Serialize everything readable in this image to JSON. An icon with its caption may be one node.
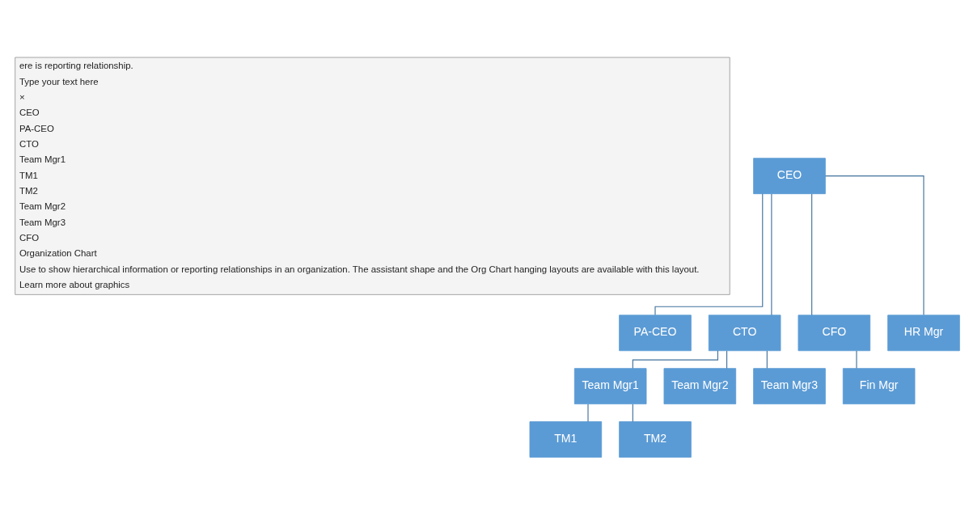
{
  "diagram": {
    "nodes": [
      {
        "text": [
          "CEO"
        ]
      },
      {
        "text": [
          "PA-CEO"
        ]
      },
      {
        "text": [
          "CTO"
        ]
      },
      {
        "text": [
          "CFO"
        ]
      },
      {
        "text": [
          "HR Mgr"
        ]
      },
      {
        "text": [
          "Team Mgr1"
        ]
      },
      {
        "text": [
          "Team Mgr2"
        ]
      },
      {
        "text": [
          "Team Mgr3"
        ]
      },
      {
        "text": [
          "Fin Mgr"
        ]
      },
      {
        "text": [
          "TM1"
        ]
      },
      {
        "text": [
          "TM2"
        ]
      }
    ],
    "edges": [
      {
        "from": 0,
        "to": 1,
        "arrow": "none"
      },
      {
        "from": 0,
        "to": 2,
        "arrow": "none"
      },
      {
        "from": 0,
        "to": 3,
        "arrow": "none"
      },
      {
        "from": 0,
        "to": 4,
        "arrow": "none"
      },
      {
        "from": 2,
        "to": 5,
        "arrow": "none"
      },
      {
        "from": 2,
        "to": 6,
        "arrow": "none"
      },
      {
        "from": 2,
        "to": 7,
        "arrow": "none"
      },
      {
        "from": 3,
        "to": 8,
        "arrow": "none"
      },
      {
        "from": 5,
        "to": 9,
        "arrow": "none"
      },
      {
        "from": 5,
        "to": 10,
        "arrow": "none"
      }
    ],
    "labels": [
      "ere is reporting relationship.",
      "Type your text here",
      "×",
      "CEO",
      "PA-CEO",
      "CTO",
      "Team Mgr1",
      "TM1",
      "TM2",
      "Team Mgr2",
      "Team Mgr3",
      "CFO",
      "Organization Chart",
      "Use to show hierarchical information or reporting relationships in an organization. The assistant shape and the Org Chart hanging layouts are available with this layout.",
      "Learn more about graphics"
    ]
  }
}
